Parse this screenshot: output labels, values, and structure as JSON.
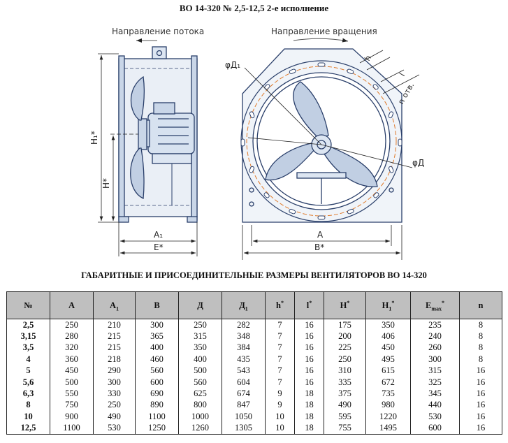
{
  "title": "ВО 14-320 № 2,5-12,5 2-е исполнение",
  "drawing": {
    "flow_direction_label": "Направление потока",
    "rotation_direction_label": "Направление вращения",
    "dims": {
      "h1_star": "H₁*",
      "h_star": "H*",
      "a1": "A₁",
      "e_star": "E*",
      "phi_d1": "φД₁",
      "phi_d": "φД",
      "a": "A",
      "b_star": "B*",
      "h": "h",
      "l": "l",
      "n_otv": "n отв."
    }
  },
  "table": {
    "title": "ГАБАРИТНЫЕ И ПРИСОЕДИНИТЕЛЬНЫЕ РАЗМЕРЫ ВЕНТИЛЯТОРОВ ВО 14-320",
    "headers": [
      {
        "main": "№",
        "sub": "",
        "sup": ""
      },
      {
        "main": "A",
        "sub": "",
        "sup": ""
      },
      {
        "main": "A",
        "sub": "1",
        "sup": ""
      },
      {
        "main": "B",
        "sub": "",
        "sup": ""
      },
      {
        "main": "Д",
        "sub": "",
        "sup": ""
      },
      {
        "main": "Д",
        "sub": "1",
        "sup": ""
      },
      {
        "main": "h",
        "sub": "",
        "sup": "*"
      },
      {
        "main": "l",
        "sub": "",
        "sup": "*"
      },
      {
        "main": "H",
        "sub": "",
        "sup": "*"
      },
      {
        "main": "H",
        "sub": "1",
        "sup": "*"
      },
      {
        "main": "E",
        "sub": "max",
        "sup": "*"
      },
      {
        "main": "n",
        "sub": "",
        "sup": ""
      }
    ],
    "rows": [
      [
        "2,5",
        "250",
        "210",
        "300",
        "250",
        "282",
        "7",
        "16",
        "175",
        "350",
        "235",
        "8"
      ],
      [
        "3,15",
        "280",
        "215",
        "365",
        "315",
        "348",
        "7",
        "16",
        "200",
        "406",
        "240",
        "8"
      ],
      [
        "3,5",
        "320",
        "215",
        "400",
        "350",
        "384",
        "7",
        "16",
        "225",
        "450",
        "260",
        "8"
      ],
      [
        "4",
        "360",
        "218",
        "460",
        "400",
        "435",
        "7",
        "16",
        "250",
        "495",
        "300",
        "8"
      ],
      [
        "5",
        "450",
        "290",
        "560",
        "500",
        "543",
        "7",
        "16",
        "310",
        "615",
        "315",
        "16"
      ],
      [
        "5,6",
        "500",
        "300",
        "600",
        "560",
        "604",
        "7",
        "16",
        "335",
        "672",
        "325",
        "16"
      ],
      [
        "6,3",
        "550",
        "330",
        "690",
        "625",
        "674",
        "9",
        "18",
        "375",
        "735",
        "345",
        "16"
      ],
      [
        "8",
        "750",
        "250",
        "890",
        "800",
        "847",
        "9",
        "18",
        "490",
        "980",
        "440",
        "16"
      ],
      [
        "10",
        "900",
        "490",
        "1100",
        "1000",
        "1050",
        "10",
        "18",
        "595",
        "1220",
        "530",
        "16"
      ],
      [
        "12,5",
        "1100",
        "530",
        "1250",
        "1260",
        "1305",
        "10",
        "18",
        "755",
        "1495",
        "600",
        "16"
      ]
    ]
  }
}
